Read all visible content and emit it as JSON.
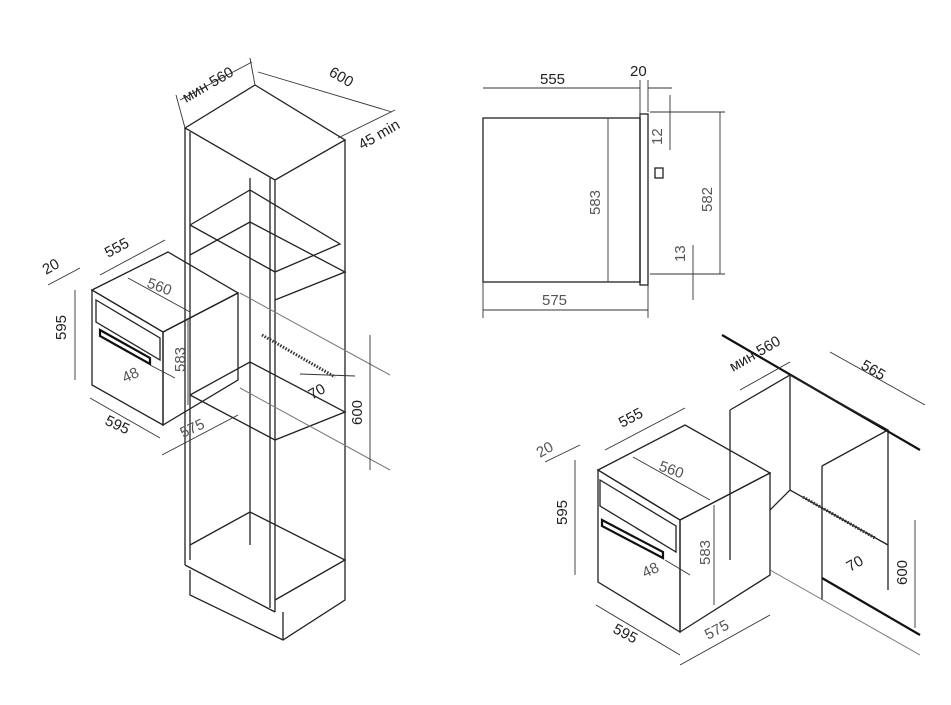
{
  "tall_cabinet": {
    "labels": {
      "min_width": "мин 560",
      "depth": "600",
      "gap": "45 min",
      "niche_height": "600",
      "vent": "70"
    }
  },
  "oven_left": {
    "labels": {
      "panel": "20",
      "depth": "555",
      "width_inner": "560",
      "height": "595",
      "body_height": "583",
      "handle": "48",
      "width": "595",
      "body_depth": "575"
    }
  },
  "side_view": {
    "labels": {
      "depth": "555",
      "panel": "20",
      "top_gap": "12",
      "height": "583",
      "height_front": "582",
      "bottom_gap": "13",
      "total_depth": "575"
    }
  },
  "undercounter": {
    "labels": {
      "min_width": "мин 560",
      "depth": "565",
      "niche_height": "600",
      "vent": "70"
    }
  },
  "oven_right": {
    "labels": {
      "panel": "20",
      "depth": "555",
      "width_inner": "560",
      "height": "595",
      "body_height": "583",
      "handle": "48",
      "width": "595",
      "body_depth": "575"
    }
  }
}
